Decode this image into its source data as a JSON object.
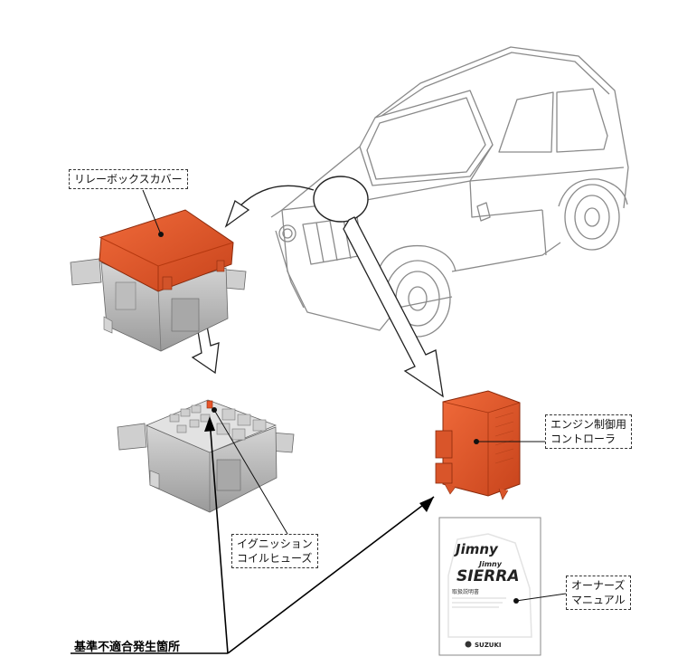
{
  "labels": {
    "relay_box_cover": "リレーボックスカバー",
    "ignition_coil_fuse_line1": "イグニッション",
    "ignition_coil_fuse_line2": "コイルヒューズ",
    "engine_controller_line1": "エンジン制御用",
    "engine_controller_line2": "コントローラ",
    "owners_manual_line1": "オーナーズ",
    "owners_manual_line2": "マニュアル",
    "nonconformity_location": "基準不適合発生箇所"
  },
  "manual": {
    "title1": "Jimny",
    "title2_small": "Jimny",
    "title2": "SIERRA",
    "subtitle": "取扱説明書",
    "brand": "SUZUKI"
  },
  "colors": {
    "highlight": "#e8552a",
    "highlight_dark": "#b93b16",
    "outline": "#333333",
    "gray_part": "#b9b9b9"
  }
}
